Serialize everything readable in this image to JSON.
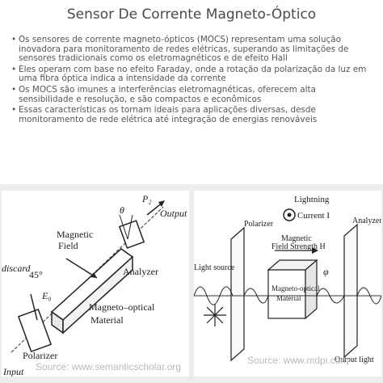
{
  "title": "Sensor De Corrente Magneto-Óptico",
  "bullets": [
    "Os sensores de corrente magneto-ópticos (MOCS) representam uma solução inovadora para monitoramento de redes elétricas, superando as limitações de sensores tradicionais como os eletromagnéticos e de efeito Hall",
    "Eles operam com base no efeito Faraday, onde a rotação da polarização da luz em uma fibra óptica indica a intensidade da corrente",
    "Os MOCS são imunes a interferências eletromagnéticas, oferecem alta sensibilidade e resolução, e são compactos e econômicos",
    "Essas características os tornam ideais para aplicações diversas, desde monitoramento de rede elétrica até integração de energias renováveis"
  ],
  "figure_left": {
    "labels": {
      "p2": "P₂",
      "output": "Output",
      "theta": "θ",
      "magnetic": "Magnetic",
      "field": "Field",
      "discard": "discard",
      "angle": "45°",
      "e0": "E₀",
      "analyzer": "Analyzer",
      "mo1": "Magneto–optical",
      "mo2": "Material",
      "polarizer": "Polarizer",
      "input": "Input"
    },
    "source": "Source: www.semanticscholar.org"
  },
  "figure_right": {
    "labels": {
      "lightning": "Lightning",
      "current": "Current I",
      "polarizer": "Polarizer",
      "magnetic": "Magnetic",
      "field_strength": "Field Strength H",
      "analyzer": "Analyzer",
      "phi": "φ",
      "light_source": "Light source",
      "mo1": "Magneto-optical",
      "mo2": "Material",
      "output_light": "Output light"
    },
    "source": "Source: www.mdpi.com"
  }
}
